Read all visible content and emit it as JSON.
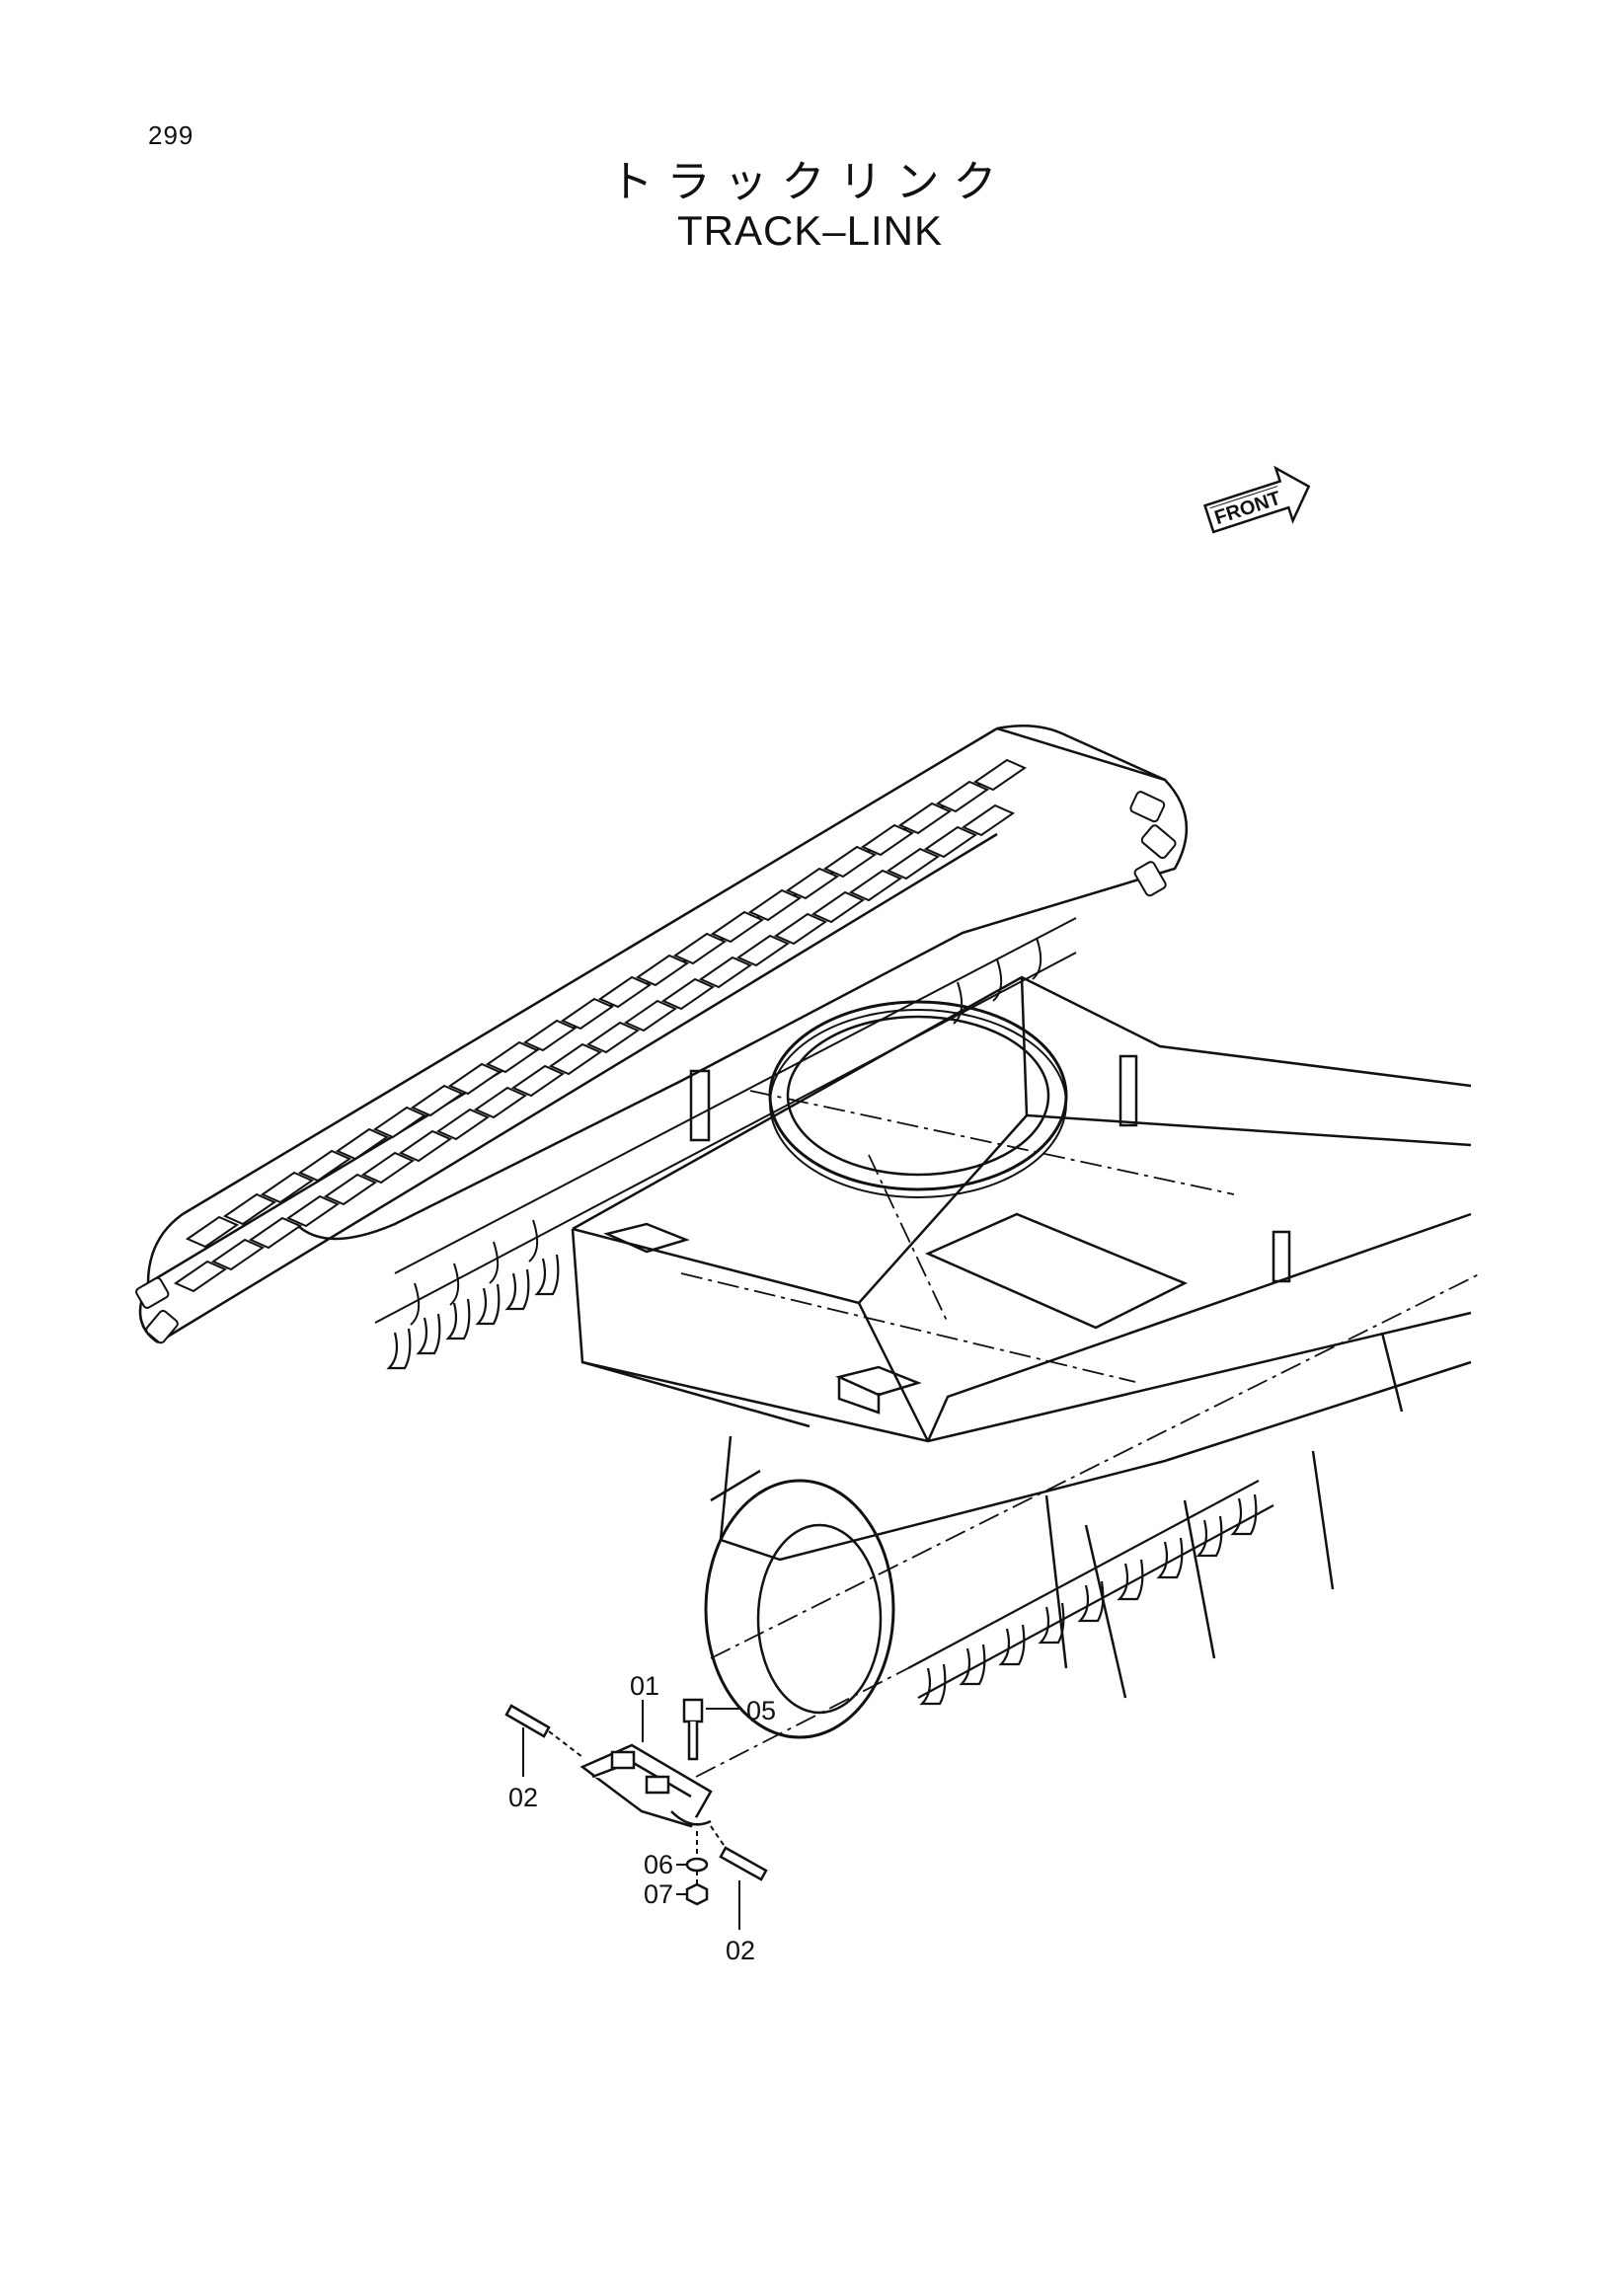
{
  "page": {
    "number": "299",
    "title_jp": "トラックリンク",
    "title_en": "TRACK–LINK"
  },
  "direction_marker": {
    "label": "FRONT",
    "icon": "front-arrow-icon"
  },
  "callouts": {
    "c01": "01",
    "c02a": "02",
    "c02b": "02",
    "c05": "05",
    "c06": "06",
    "c07": "07"
  }
}
